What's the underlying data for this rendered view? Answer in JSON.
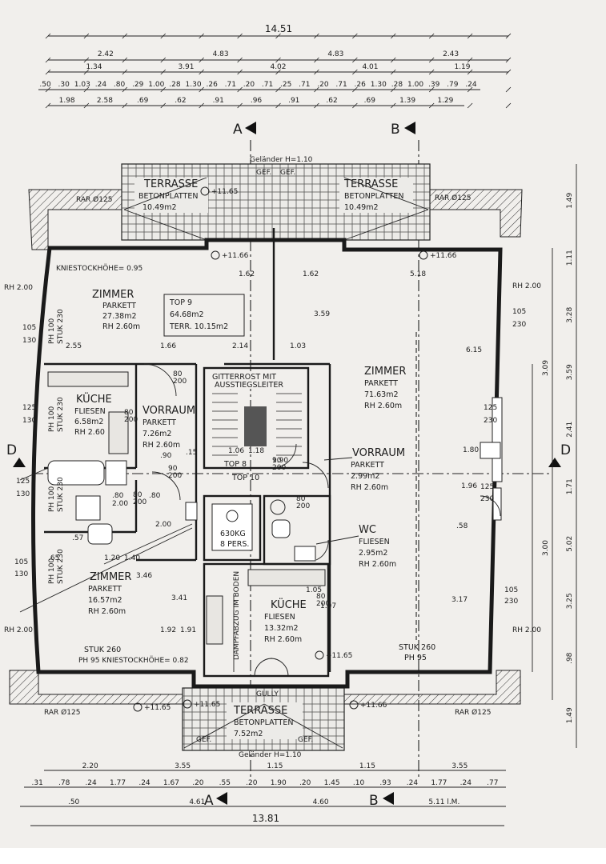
{
  "dims": {
    "overall_top": "14.51",
    "top_row1": [
      "2.42",
      "4.83",
      "4.83",
      "2.43"
    ],
    "top_row2": [
      "1.34",
      "3.91",
      "4.02",
      "4.01",
      "1.19"
    ],
    "top_row3": [
      ".50",
      ".30",
      "1.03",
      ".24",
      ".80",
      ".29",
      "1.00",
      ".28",
      "1.30",
      ".26",
      ".71",
      ".20",
      ".71",
      ".25",
      ".71",
      ".20",
      ".71",
      ".26",
      "1.30",
      ".28",
      "1.00",
      ".39",
      ".79",
      ".24"
    ],
    "top_row4": [
      "1.98",
      "2.58",
      ".69",
      ".62",
      ".91",
      ".96",
      ".91",
      ".62",
      ".69",
      "1.39",
      "1.29"
    ],
    "bottom_row1": [
      "2.20",
      "3.55",
      "1.15",
      "1.15",
      "3.55"
    ],
    "bottom_row2": [
      ".31",
      ".78",
      ".24",
      "1.77",
      ".24",
      "1.67",
      ".20",
      ".55",
      ".20",
      "1.90",
      ".20",
      "1.45",
      ".10",
      ".93",
      ".24",
      "1.77",
      ".24",
      ".77"
    ],
    "bottom_row3": [
      ".50",
      "4.61",
      "4.60",
      "5.11 l.M."
    ],
    "overall_bottom": "13.81",
    "right_outer": [
      "1.49",
      "1.11",
      "3.28",
      "3.59",
      "2.41",
      "1.71",
      "5.02",
      "3.25",
      ".98",
      "1.49"
    ],
    "right_inner": [
      "3.09",
      "3.00"
    ]
  },
  "section_marks": {
    "a": "A",
    "b": "B",
    "d": "D"
  },
  "rooms": {
    "terrace_left": {
      "name": "TERRASSE",
      "material": "BETONPLATTEN",
      "area": "10.49m2"
    },
    "terrace_right": {
      "name": "TERRASSE",
      "material": "BETONPLATTEN",
      "area": "10.49m2"
    },
    "terrace_bottom": {
      "name": "TERRASSE",
      "material": "BETONPLATTEN",
      "area": "7.52m2"
    },
    "zimmer_1": {
      "name": "ZIMMER",
      "floor": "PARKETT",
      "area": "27.38m2",
      "height": "RH 2.60m"
    },
    "zimmer_2": {
      "name": "ZIMMER",
      "floor": "PARKETT",
      "area": "71.63m2",
      "height": "RH 2.60m"
    },
    "zimmer_3": {
      "name": "ZIMMER",
      "floor": "PARKETT",
      "area": "16.57m2",
      "height": "RH 2.60m"
    },
    "kueche_1": {
      "name": "KÜCHE",
      "floor": "FLIESEN",
      "area": "6.58m2",
      "height": "RH 2.60"
    },
    "kueche_2": {
      "name": "KÜCHE",
      "floor": "FLIESEN",
      "area": "13.32m2",
      "height": "RH 2.60m"
    },
    "vorraum_1": {
      "name": "VORRAUM",
      "floor": "PARKETT",
      "area": "7.26m2",
      "height": "RH 2.60m"
    },
    "vorraum_2": {
      "name": "VORRAUM",
      "floor": "PARKETT",
      "area": "2.99m2",
      "height": "RH 2.60m"
    },
    "wc": {
      "name": "WC",
      "floor": "FLIESEN",
      "area": "2.95m2",
      "height": "RH 2.60m"
    }
  },
  "top9": {
    "title": "TOP 9",
    "area": "64.68m2",
    "terr": "TERR. 10.15m2"
  },
  "top8": "TOP 8",
  "top10": "TOP 10",
  "lift": {
    "load": "630KG",
    "persons": "8 PERS."
  },
  "stair_label": [
    "GITTERROST MIT",
    "AUSSTIEGSLEITER"
  ],
  "annotations": {
    "kniestock_top": "KNIESTOCKHÖHE= 0.95",
    "kniestock_bottom": "PH 95 KNIESTOCKHÖHE= 0.82",
    "stuk_left": "STUK 260",
    "stuk_right": "STUK 260",
    "ph_right": "PH 95",
    "gelaender_top": "Geländer H=1.10",
    "gelaender_bottom": "Geländer H=1.10",
    "rar": [
      "RAR Ø125",
      "RAR Ø125",
      "RAR Ø125",
      "RAR Ø125"
    ],
    "gef": [
      "GEF.",
      "GEF.",
      "GEF.",
      "GEF."
    ],
    "levels": [
      "+11.65",
      "+11.66",
      "+11.66",
      "+11.65",
      "+11.65",
      "+11.66",
      "+11.65"
    ],
    "rh": [
      "RH 2.00",
      "RH 2.00",
      "RH 2.00",
      "RH 2.00"
    ],
    "window_left": [
      "105",
      "130",
      "125",
      "130",
      "125",
      "130",
      "105",
      "130"
    ],
    "window_right": [
      "105",
      "230",
      "125",
      "230",
      "125",
      "230",
      "105",
      "230"
    ],
    "ph_stuk_left": [
      "PH 100",
      "STUK 230",
      "PH 100",
      "STUK 230",
      "PH 100",
      "STUK 230",
      "PH 100",
      "STUK 230"
    ],
    "interior_dims": [
      "1.62",
      "1.62",
      "5.18",
      "3.59",
      "6.15",
      "2.55",
      "1.66",
      "2.14",
      "1.03",
      "3.41",
      "3.17",
      "3.46",
      "1.92",
      "1.91",
      "1.05",
      "1.97",
      "1.96",
      "1.80",
      ".58",
      ".90",
      ".15",
      "2.00",
      "2.00",
      ".80",
      ".80",
      "1.90",
      "1.20",
      "1.40",
      ".57",
      ".65"
    ],
    "gully": "GULLY",
    "shaft": "DAMPFABZUG IM BODEN",
    "door_codes": [
      "80",
      "200",
      "80",
      "200",
      "80",
      "200",
      "90",
      "200",
      "90",
      "200",
      "80",
      "200",
      "80",
      "200"
    ],
    "lift_dims": [
      "1.06",
      "1.18"
    ]
  }
}
